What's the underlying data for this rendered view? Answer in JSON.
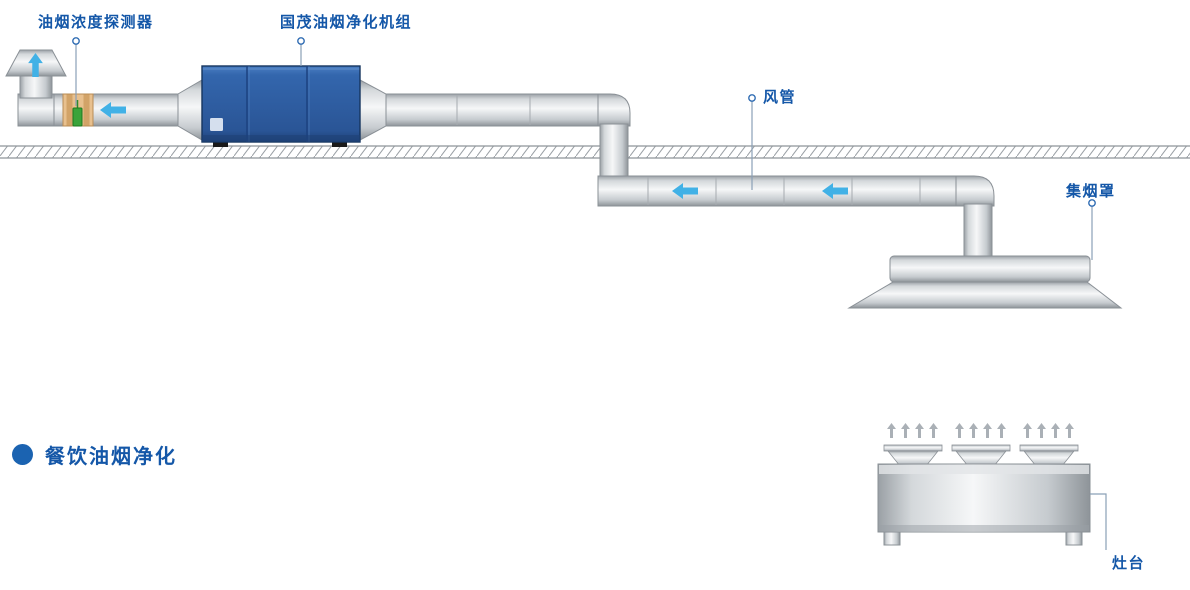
{
  "legend": {
    "title": "餐饮油烟净化"
  },
  "labels": {
    "detector": "油烟浓度探测器",
    "purifier": "国茂油烟净化机组",
    "duct": "风管",
    "hood": "集烟罩",
    "stove": "灶台"
  },
  "icons": {
    "flow_arrow_left": "←",
    "flow_arrow_up": "↑",
    "steam_arrow": "↑",
    "legend_bullet": "●"
  },
  "colors": {
    "label_blue": "#1457a8",
    "flow_arrow_blue": "#41b1e6",
    "purifier_blue": "#2d5da6",
    "duct_light_gray": "#f6f7f8",
    "duct_dark_gray": "#8e9499",
    "detector_band_orange": "#e8c08e",
    "detector_device_green": "#3aa33a",
    "roof_hatch_gray": "#9aa0a5"
  }
}
